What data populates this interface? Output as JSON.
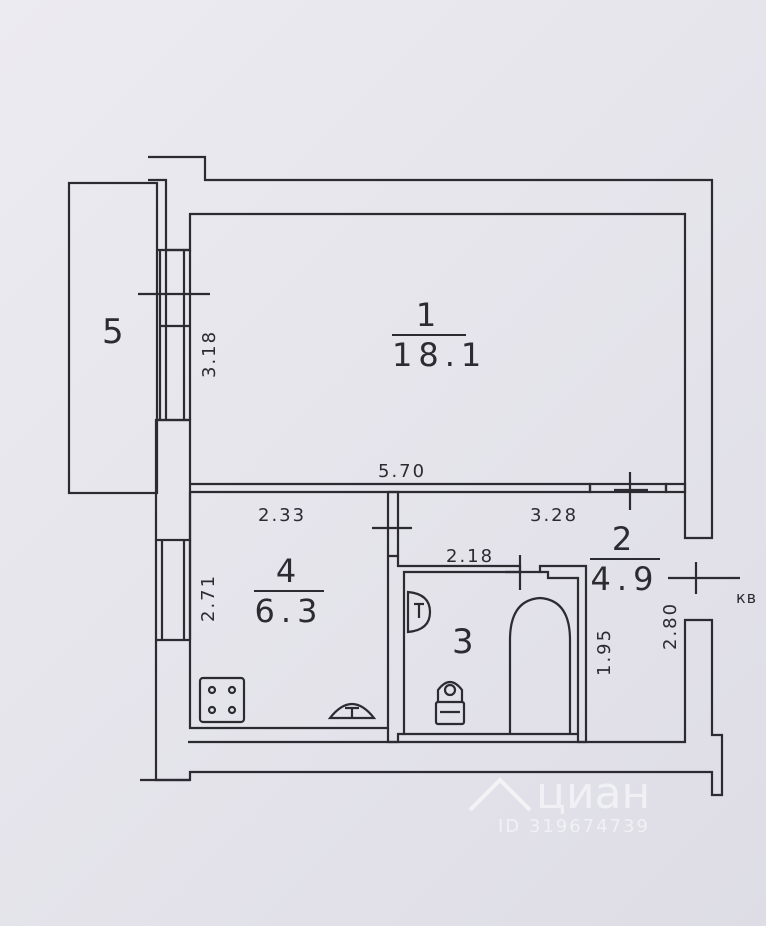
{
  "rooms": [
    {
      "number": "1",
      "area": "18.1"
    },
    {
      "number": "2",
      "area": "4.9"
    },
    {
      "number": "3"
    },
    {
      "number": "4",
      "area": "6.3"
    },
    {
      "number": "5"
    }
  ],
  "dimensions": {
    "room1_width": "5.70",
    "room1_height": "3.18",
    "room4_width": "2.33",
    "room4_height": "2.71",
    "room2_width": "3.28",
    "room2_height": "2.80",
    "room3_width": "2.18",
    "room3_height": "1.95"
  },
  "exit_label": "кв",
  "watermark": {
    "brand": "циан",
    "id": "ID 319674739"
  },
  "colors": {
    "paper": "#e8e7ee",
    "ink": "#2b2b31"
  }
}
